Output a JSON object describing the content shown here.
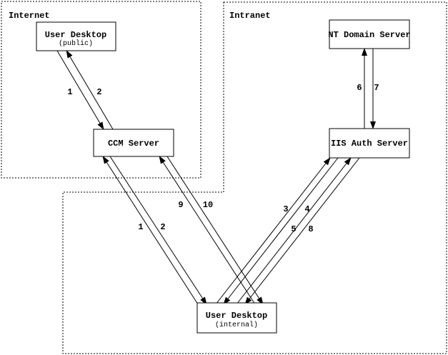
{
  "diagram": {
    "regions": [
      {
        "label": "Internet"
      },
      {
        "label": "Intranet"
      }
    ],
    "nodes": {
      "user_desktop_public": {
        "title": "User Desktop",
        "subtitle": "(public)"
      },
      "ccm_server": {
        "title": "CCM Server"
      },
      "nt_domain_server": {
        "title": "NT Domain Server"
      },
      "iis_auth_server": {
        "title": "IIS Auth Server"
      },
      "user_desktop_internal": {
        "title": "User Desktop",
        "subtitle": "(internal)"
      }
    },
    "edges": [
      {
        "label": "1",
        "from": "user_desktop_public",
        "to": "ccm_server"
      },
      {
        "label": "2",
        "from": "ccm_server",
        "to": "user_desktop_public"
      },
      {
        "label": "1",
        "from": "user_desktop_internal",
        "to": "ccm_server"
      },
      {
        "label": "2",
        "from": "ccm_server",
        "to": "user_desktop_internal"
      },
      {
        "label": "9",
        "from": "user_desktop_internal",
        "to": "ccm_server"
      },
      {
        "label": "10",
        "from": "ccm_server",
        "to": "user_desktop_internal"
      },
      {
        "label": "3",
        "from": "user_desktop_internal",
        "to": "iis_auth_server"
      },
      {
        "label": "4",
        "from": "iis_auth_server",
        "to": "user_desktop_internal"
      },
      {
        "label": "5",
        "from": "user_desktop_internal",
        "to": "iis_auth_server"
      },
      {
        "label": "8",
        "from": "iis_auth_server",
        "to": "user_desktop_internal"
      },
      {
        "label": "6",
        "from": "iis_auth_server",
        "to": "nt_domain_server"
      },
      {
        "label": "7",
        "from": "nt_domain_server",
        "to": "iis_auth_server"
      }
    ],
    "colors": {
      "line": "#000000",
      "background": "#ffffff"
    }
  }
}
